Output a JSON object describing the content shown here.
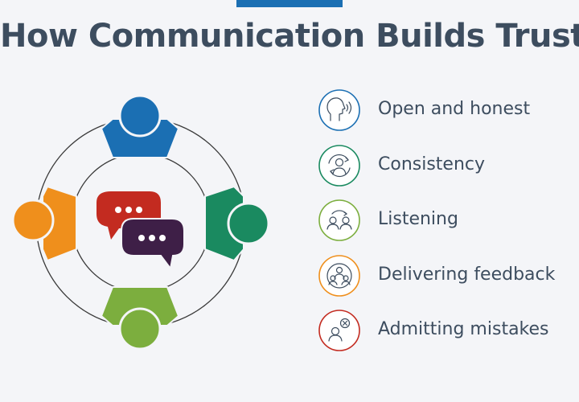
{
  "header": {
    "title": "How Communication Builds Trust"
  },
  "diagram": {
    "people": [
      {
        "position": "top",
        "color": "#1b6fb3"
      },
      {
        "position": "right",
        "color": "#1a8a60"
      },
      {
        "position": "bottom",
        "color": "#7cae3e"
      },
      {
        "position": "left",
        "color": "#ef8f1c"
      }
    ],
    "bubbles": [
      {
        "color": "#c32b20",
        "icon": "ellipsis"
      },
      {
        "color": "#3e1f47",
        "icon": "ellipsis"
      }
    ]
  },
  "items": [
    {
      "label": "Open and honest",
      "icon": "speaking-head-icon",
      "color": "#1b6fb3"
    },
    {
      "label": "Consistency",
      "icon": "person-cycle-icon",
      "color": "#1a8a60"
    },
    {
      "label": "Listening",
      "icon": "two-people-talking-icon",
      "color": "#7cae3e"
    },
    {
      "label": "Delivering feedback",
      "icon": "group-feedback-icon",
      "color": "#ef8f1c"
    },
    {
      "label": "Admitting mistakes",
      "icon": "person-error-icon",
      "color": "#c32b20"
    }
  ]
}
